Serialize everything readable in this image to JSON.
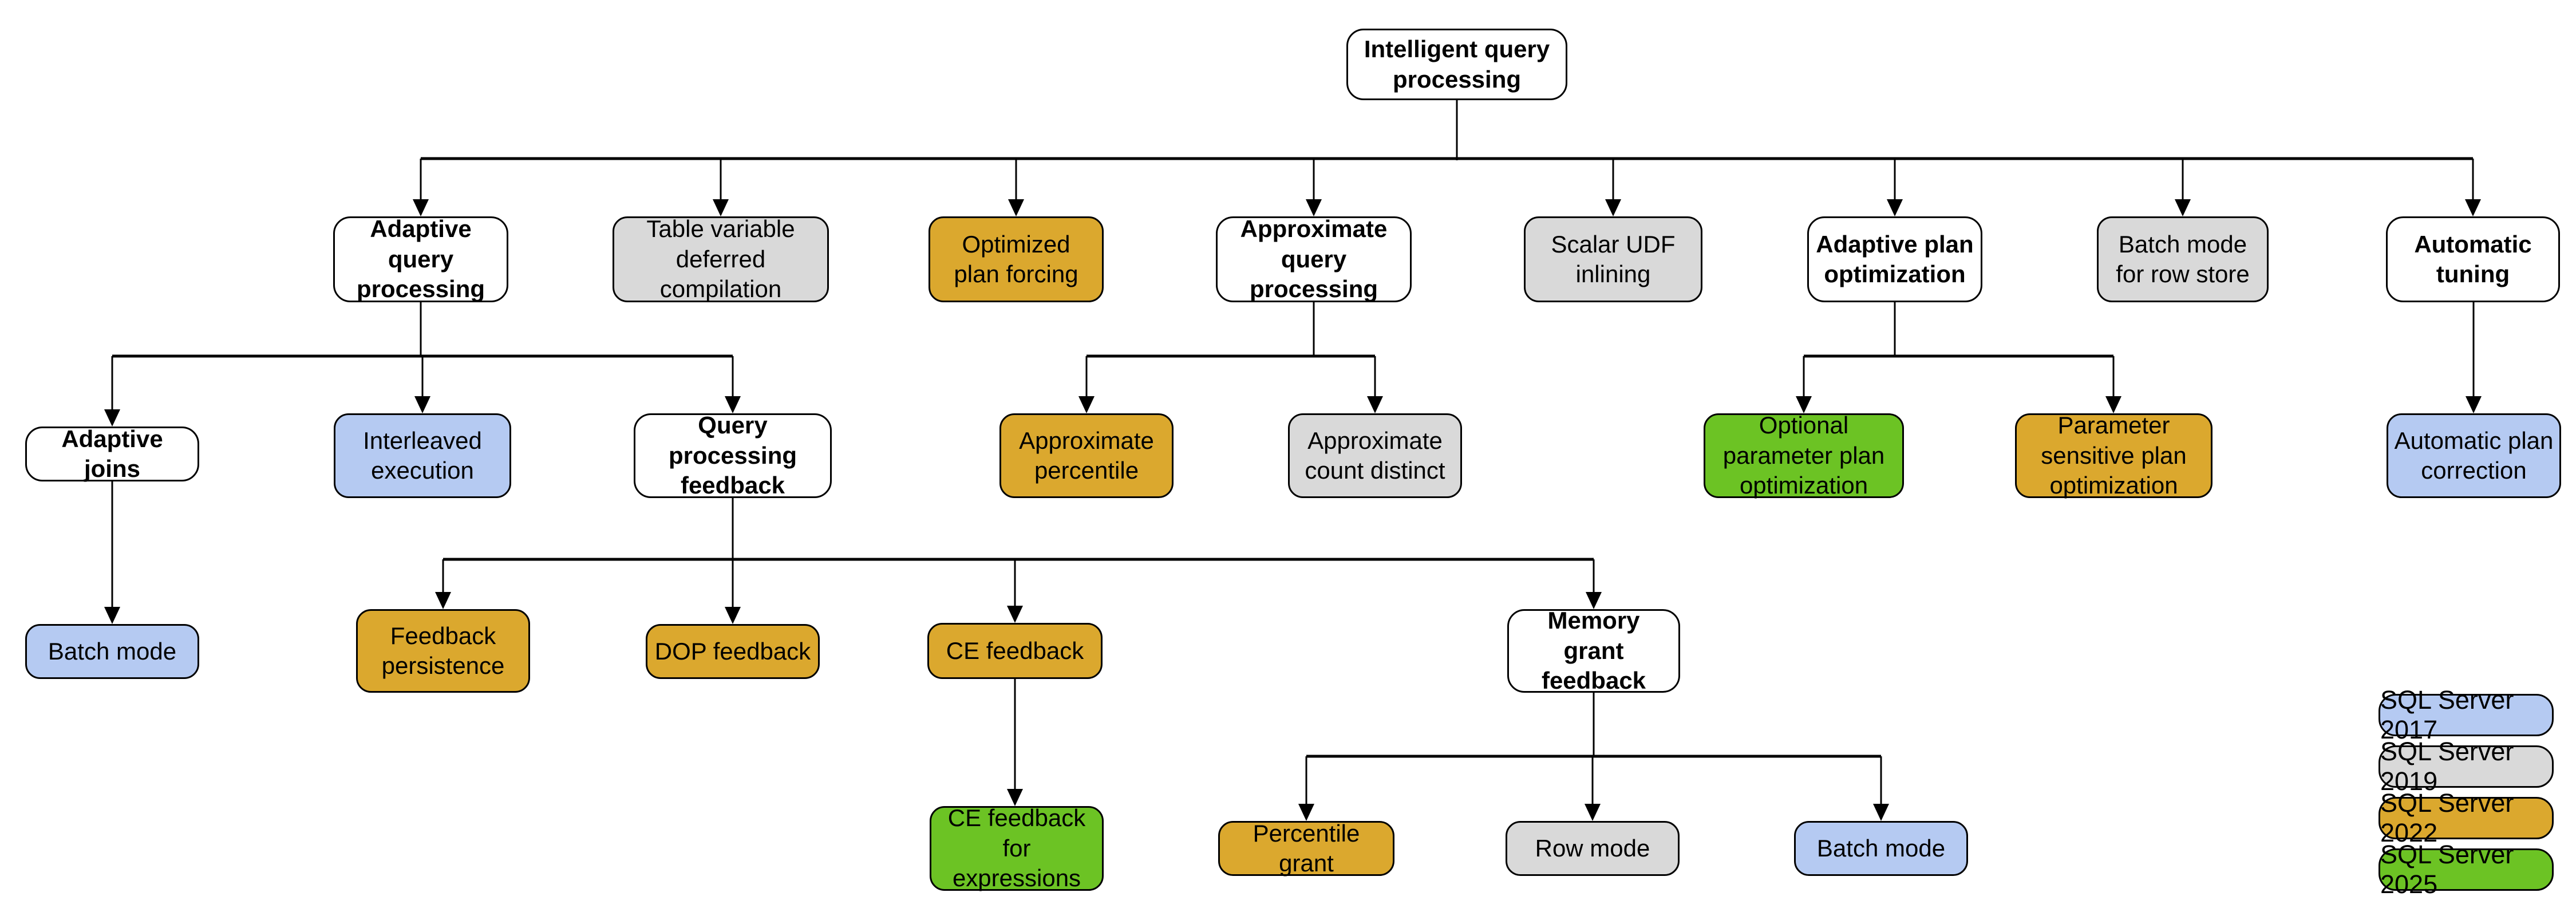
{
  "diagram": {
    "nodes": {
      "root": "Intelligent query processing",
      "adaptive_query_processing": "Adaptive query processing",
      "table_variable_deferred_compilation": "Table variable deferred compilation",
      "optimized_plan_forcing": "Optimized plan forcing",
      "approximate_query_processing": "Approximate query processing",
      "scalar_udf_inlining": "Scalar UDF inlining",
      "adaptive_plan_optimization": "Adaptive plan optimization",
      "batch_mode_for_row_store": "Batch mode for row store",
      "automatic_tuning": "Automatic tuning",
      "adaptive_joins": "Adaptive joins",
      "interleaved_execution": "Interleaved execution",
      "query_processing_feedback": "Query processing feedback",
      "approximate_percentile": "Approximate percentile",
      "approximate_count_distinct": "Approximate count distinct",
      "optional_parameter_plan_optimization": "Optional parameter plan optimization",
      "parameter_sensitive_plan_optimization": "Parameter sensitive plan optimization",
      "automatic_plan_correction": "Automatic plan correction",
      "batch_mode_adaptive_joins": "Batch mode",
      "feedback_persistence": "Feedback persistence",
      "dop_feedback": "DOP feedback",
      "ce_feedback": "CE feedback",
      "memory_grant_feedback": "Memory grant feedback",
      "ce_feedback_for_expressions": "CE feedback for expressions",
      "percentile_grant": "Percentile grant",
      "row_mode": "Row mode",
      "batch_mode_memory_grant": "Batch mode"
    },
    "legend": [
      {
        "label": "SQL Server 2017",
        "color": "#b5caf2"
      },
      {
        "label": "SQL Server 2019",
        "color": "#d9d9d9"
      },
      {
        "label": "SQL Server 2022",
        "color": "#dba82e"
      },
      {
        "label": "SQL Server 2025",
        "color": "#6cc324"
      }
    ],
    "colors": {
      "category_box": "#ffffff",
      "border_and_lines": "#000000",
      "sql_server_2017": "#b5caf2",
      "sql_server_2019": "#d9d9d9",
      "sql_server_2022": "#dba82e",
      "sql_server_2025": "#6cc324"
    }
  }
}
